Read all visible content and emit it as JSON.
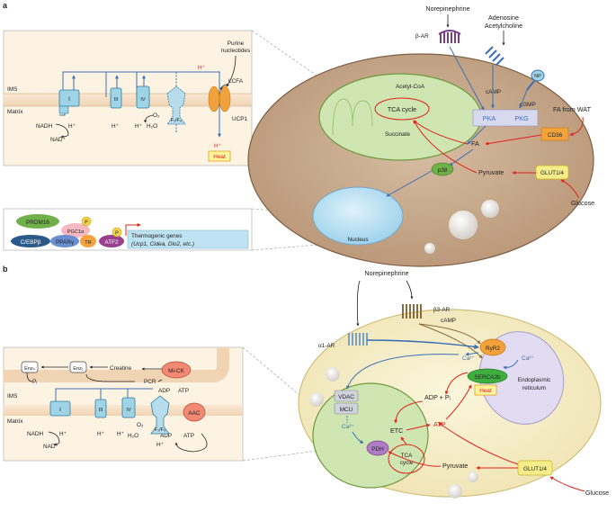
{
  "panel_a": {
    "label": "a",
    "inset": {
      "purine": "Purine\nnucleotides",
      "ims": "IMS",
      "matrix": "Matrix",
      "complex1": "I",
      "complex3": "III",
      "complex4": "IV",
      "f1f0": "F₁/F₀",
      "ucp1": "UCP1",
      "lcfa": "LCFA",
      "h_plus": "H⁺",
      "nadh": "NADH",
      "nad": "NAD⁺",
      "o2": "O₂",
      "h2o": "H₂O",
      "heat": "Heat"
    },
    "genes": {
      "prdm16": "PRDM16",
      "pgc1a": "PGC1α",
      "p": "P",
      "cebpb": "C/EBPβ",
      "ppary": "PPARγ",
      "tr": "TR",
      "atf2": "ATF2",
      "thermogenic_title": "Thermogenic genes",
      "thermogenic_list": "(Ucp1, Cidea, Dio2, etc.)"
    },
    "cell": {
      "norepinephrine": "Norepinephrine",
      "b_ar": "β-AR",
      "adenosine": "Adenosine",
      "acetylcholine": "Acetylcholine",
      "np": "NP",
      "camp": "cAMP",
      "cgmp": "cGMP",
      "pka": "PKA",
      "pkg": "PKG",
      "acetyl_coa": "Acetyl-CoA",
      "tca": "TCA cycle",
      "succinate": "Succinate",
      "fa": "FA",
      "fa_wat": "FA from WAT",
      "cd36": "CD36",
      "p38": "p38",
      "pyruvate": "Pyruvate",
      "glut": "GLUT1/4",
      "glucose": "Glucose",
      "nucleus": "Nucleus"
    }
  },
  "panel_b": {
    "label": "b",
    "inset": {
      "enz_n": "Enzₙ",
      "enz_1": "Enz₁",
      "creatine": "Creatine",
      "pcr": "PCR",
      "mick": "Mi-CK",
      "pi": "Pᵢ",
      "adp": "ADP",
      "atp": "ATP",
      "aac": "AAC",
      "ims": "IMS",
      "matrix": "Matrix",
      "complex1": "I",
      "complex3": "III",
      "complex4": "IV",
      "f1f0": "F₁/F₀",
      "h_plus": "H⁺",
      "nadh": "NADH",
      "nad": "NAD⁺",
      "o2": "O₂",
      "h2o": "H₂O"
    },
    "cell": {
      "norepinephrine": "Norepinephrine",
      "a1_ar": "α1-AR",
      "b3_ar": "β3-AR",
      "camp": "cAMP",
      "ryr2": "RyR2",
      "ca": "Ca²⁺",
      "serca": "SERCA2b",
      "heat": "Heat",
      "vdac": "VDAC",
      "mcu": "MCU",
      "adp_pi": "ADP + Pᵢ",
      "etc": "ETC",
      "atp": "ATP",
      "pdh": "PDH",
      "tca": "TCA\ncycle",
      "er": "Endoplasmic\nreticulum",
      "pyruvate": "Pyruvate",
      "glut": "GLUT1/4",
      "glucose": "Glucose"
    }
  },
  "colors": {
    "cell_fill": "#c9a98a",
    "cell_b_fill": "#f7f0c8",
    "mito_fill": "#cfe6b2",
    "nucleus_fill": "#bfe3f3",
    "er_fill": "#e2dcf2",
    "red_arrow": "#e2231a",
    "blue_arrow": "#3a6fb5",
    "complex_fill": "#9fd3e6",
    "ucp_fill": "#f2a23c"
  }
}
